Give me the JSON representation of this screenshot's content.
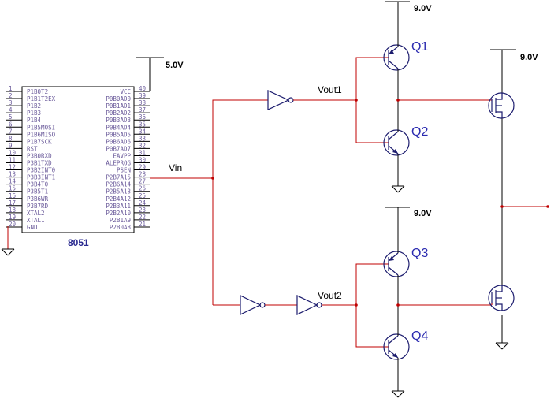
{
  "chip": {
    "name": "8051",
    "left_pins": [
      {
        "num": "1",
        "name": "P1B0T2"
      },
      {
        "num": "2",
        "name": "P1B1T2EX"
      },
      {
        "num": "3",
        "name": "P1B2"
      },
      {
        "num": "4",
        "name": "P1B3"
      },
      {
        "num": "5",
        "name": "P1B4"
      },
      {
        "num": "6",
        "name": "P1B5MOSI"
      },
      {
        "num": "7",
        "name": "P1B6MISO"
      },
      {
        "num": "8",
        "name": "P1B7SCK"
      },
      {
        "num": "9",
        "name": "RST"
      },
      {
        "num": "10",
        "name": "P3B0RXD"
      },
      {
        "num": "11",
        "name": "P3B1TXD"
      },
      {
        "num": "12",
        "name": "P3B2INT0"
      },
      {
        "num": "13",
        "name": "P3B3INT1"
      },
      {
        "num": "14",
        "name": "P3B4T0"
      },
      {
        "num": "15",
        "name": "P3B5T1"
      },
      {
        "num": "16",
        "name": "P3B6WR"
      },
      {
        "num": "17",
        "name": "P3B7RD"
      },
      {
        "num": "18",
        "name": "XTAL2"
      },
      {
        "num": "19",
        "name": "XTAL1"
      },
      {
        "num": "20",
        "name": "GND"
      }
    ],
    "right_pins": [
      {
        "num": "40",
        "name": "VCC"
      },
      {
        "num": "39",
        "name": "P0B0AD0"
      },
      {
        "num": "38",
        "name": "P0B1AD1"
      },
      {
        "num": "37",
        "name": "P0B2AD2"
      },
      {
        "num": "36",
        "name": "P0B3AD3"
      },
      {
        "num": "35",
        "name": "P0B4AD4"
      },
      {
        "num": "34",
        "name": "P0B5AD5"
      },
      {
        "num": "33",
        "name": "P0B6AD6"
      },
      {
        "num": "32",
        "name": "P0B7AD7"
      },
      {
        "num": "31",
        "name": "EAVPP"
      },
      {
        "num": "30",
        "name": "ALEPROG"
      },
      {
        "num": "29",
        "name": "PSEN"
      },
      {
        "num": "28",
        "name": "P2B7A15"
      },
      {
        "num": "27",
        "name": "P2B6A14"
      },
      {
        "num": "26",
        "name": "P2B5A13"
      },
      {
        "num": "25",
        "name": "P2B4A12"
      },
      {
        "num": "24",
        "name": "P2B3A11"
      },
      {
        "num": "23",
        "name": "P2B2A10"
      },
      {
        "num": "22",
        "name": "P2B1A9"
      },
      {
        "num": "21",
        "name": "P2B0A8"
      }
    ]
  },
  "supplies": {
    "chip_vcc": "5.0V",
    "q1": "9.0V",
    "q3": "9.0V",
    "mosfet": "9.0V"
  },
  "nets": {
    "vin": "Vin",
    "vout1": "Vout1",
    "vout2": "Vout2"
  },
  "transistors": {
    "q1": "Q1",
    "q2": "Q2",
    "q3": "Q3",
    "q4": "Q4"
  },
  "colors": {
    "wire": "#c00000",
    "component": "#1c1c6e",
    "label": "#2a2ab0"
  }
}
